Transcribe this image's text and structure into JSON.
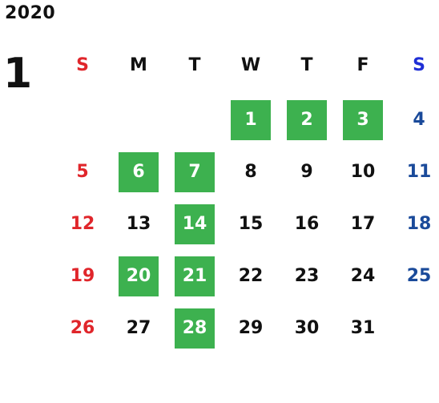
{
  "calendar": {
    "year": "2020",
    "month": "1",
    "weekdays": [
      "S",
      "M",
      "T",
      "W",
      "T",
      "F",
      "S"
    ],
    "colors": {
      "sunday": "#e0262b",
      "saturday_header": "#1f2fd6",
      "saturday": "#1a4a9a",
      "weekday": "#111111",
      "highlight_bg": "#3db14f",
      "highlight_text": "#ffffff"
    },
    "highlighted_days": [
      1,
      2,
      3,
      6,
      7,
      14,
      20,
      21,
      28
    ],
    "weeks": [
      [
        "",
        "",
        "",
        "1",
        "2",
        "3",
        "4"
      ],
      [
        "5",
        "6",
        "7",
        "8",
        "9",
        "10",
        "11"
      ],
      [
        "12",
        "13",
        "14",
        "15",
        "16",
        "17",
        "18"
      ],
      [
        "19",
        "20",
        "21",
        "22",
        "23",
        "24",
        "25"
      ],
      [
        "26",
        "27",
        "28",
        "29",
        "30",
        "31",
        ""
      ]
    ]
  }
}
